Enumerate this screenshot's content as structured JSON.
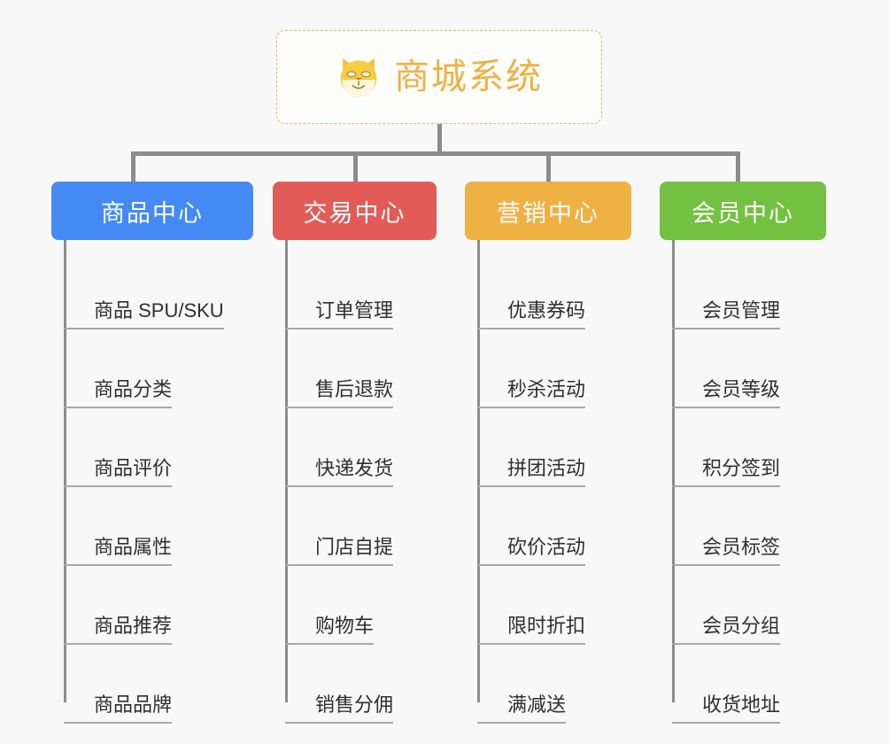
{
  "root": {
    "title": "商城系统",
    "icon": "dog-face-emoji",
    "border_color": "#eab560",
    "text_color": "#eeb142",
    "background": "#fdfdfb"
  },
  "canvas": {
    "background": "#f8f8f8",
    "connector_color": "#8c8c8c",
    "leaf_text_color": "#2f2f2f",
    "leaf_underline_color": "#a8a8a8"
  },
  "columns": [
    {
      "title": "商品中心",
      "color": "#4589f5",
      "items": [
        "商品 SPU/SKU",
        "商品分类",
        "商品评价",
        "商品属性",
        "商品推荐",
        "商品品牌"
      ]
    },
    {
      "title": "交易中心",
      "color": "#e25b57",
      "items": [
        "订单管理",
        "售后退款",
        "快递发货",
        "门店自提",
        "购物车",
        "销售分佣"
      ]
    },
    {
      "title": "营销中心",
      "color": "#eeb142",
      "items": [
        "优惠券码",
        "秒杀活动",
        "拼团活动",
        "砍价活动",
        "限时折扣",
        "满减送"
      ]
    },
    {
      "title": "会员中心",
      "color": "#72c140",
      "items": [
        "会员管理",
        "会员等级",
        "积分签到",
        "会员标签",
        "会员分组",
        "收货地址"
      ]
    }
  ]
}
